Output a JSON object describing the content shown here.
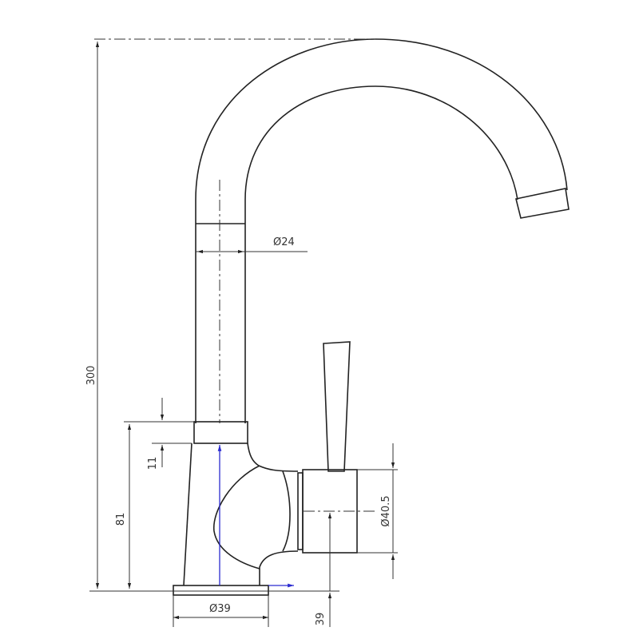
{
  "title": "Faucet dimension drawing",
  "dimensions": {
    "total_height": "300",
    "spout_diameter": "Ø24",
    "collar_height": "11",
    "body_height": "81",
    "cartridge_diameter": "Ø40.5",
    "cartridge_axis_height": "39",
    "base_diameter": "Ø39"
  },
  "colors": {
    "lines": "#222222",
    "axis": "#2a2ad0"
  }
}
